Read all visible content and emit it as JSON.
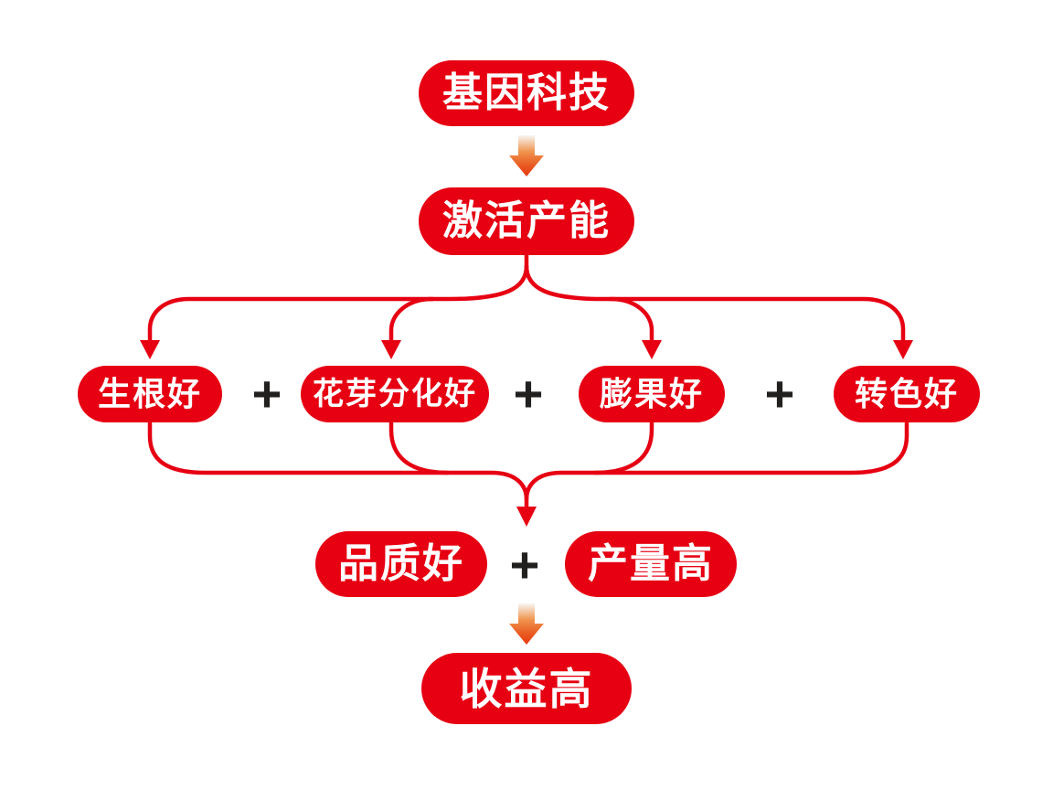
{
  "diagram": {
    "background_color": "#ffffff",
    "node_fill_color": "#e60012",
    "node_text_color": "#ffffff",
    "connector_color": "#e60012",
    "plus_sign_color": "#221f1f",
    "gradient_arrow_colors": [
      "#f7f6f2",
      "#f0944d",
      "#e95c22",
      "#e7380f"
    ],
    "plus": "+",
    "top": {
      "label": "基因科技"
    },
    "second": {
      "label": "激活产能"
    },
    "factors": [
      {
        "label": "生根好"
      },
      {
        "label": "花芽分化好"
      },
      {
        "label": "膨果好"
      },
      {
        "label": "转色好"
      }
    ],
    "outcomes": [
      {
        "label": "品质好"
      },
      {
        "label": "产量高"
      }
    ],
    "final": {
      "label": "收益高"
    }
  }
}
